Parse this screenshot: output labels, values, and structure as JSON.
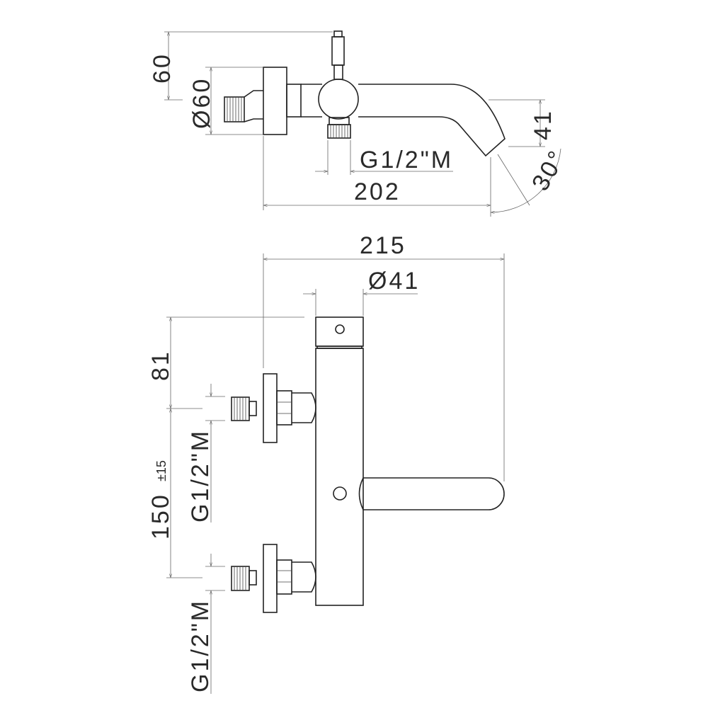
{
  "top_view": {
    "dim_height": "60",
    "dim_flange_diameter": "Ø60",
    "dim_spout_drop": "41",
    "dim_angle": "30°",
    "dim_outlet_thread": "G1/2\"M",
    "dim_length": "202"
  },
  "front_view": {
    "dim_width": "215",
    "dim_body_diameter": "Ø41",
    "dim_top_offset": "81",
    "dim_inlet_spacing": "150",
    "dim_inlet_tolerance": "±15",
    "dim_inlet_thread_upper": "G1/2\"M",
    "dim_inlet_thread_lower": "G1/2\"M"
  }
}
